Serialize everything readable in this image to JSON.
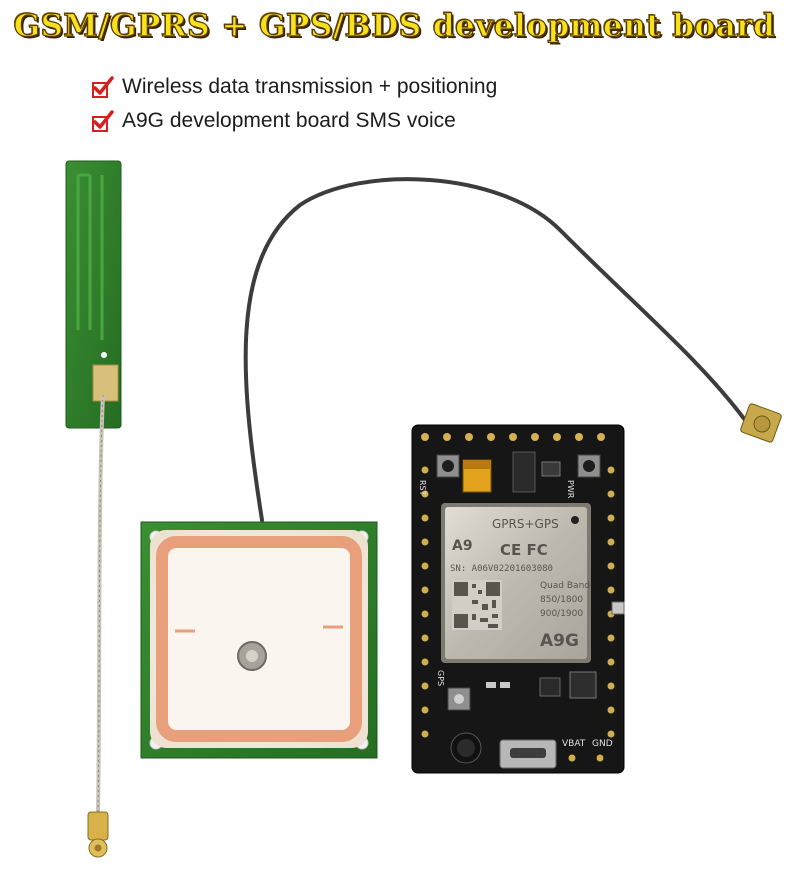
{
  "title": "GSM/GPRS + GPS/BDS development board",
  "features": [
    "Wireless data transmission + positioning",
    "A9G development board SMS voice"
  ],
  "module": {
    "label_top": "GPRS+GPS",
    "cert": "CE FC",
    "sn": "SN: A06V02201603080",
    "bands": [
      "Quad Band",
      "850/1800",
      "900/1900"
    ],
    "model": "A9G",
    "pin_labels": {
      "vbat": "VBAT",
      "gnd": "GND",
      "gps": "GPS",
      "rst": "RST",
      "pwr": "PWR"
    }
  },
  "colors": {
    "title_fill": "#f6e21a",
    "pcb_green": "#2f7d2a",
    "board_black": "#161616",
    "shield_silver": "#c9c6bd",
    "ceramic": "#f3e9dd",
    "copper": "#e7a07b",
    "check_red": "#d62020"
  }
}
